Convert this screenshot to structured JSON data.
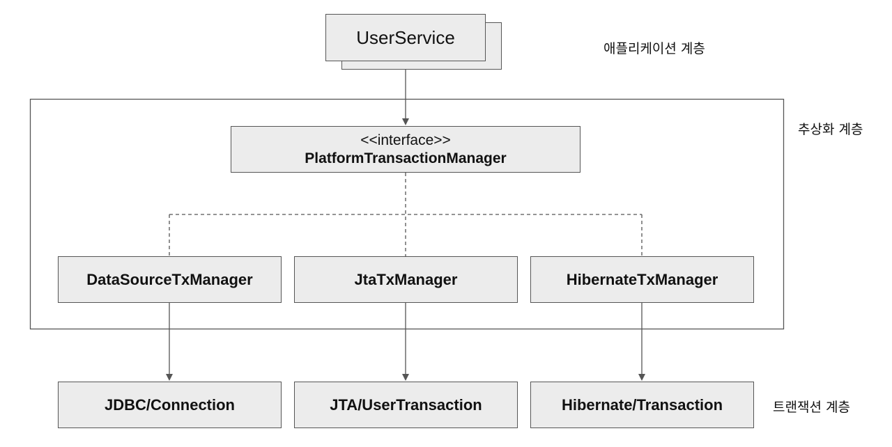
{
  "user_service": {
    "label": "UserService"
  },
  "interface": {
    "stereotype": "<<interface>>",
    "name": "PlatformTransactionManager"
  },
  "implementations": [
    {
      "label": "DataSourceTxManager"
    },
    {
      "label": "JtaTxManager"
    },
    {
      "label": "HibernateTxManager"
    }
  ],
  "transactions": [
    {
      "label": "JDBC/Connection"
    },
    {
      "label": "JTA/UserTransaction"
    },
    {
      "label": "Hibernate/Transaction"
    }
  ],
  "layers": {
    "application": "애플리케이션 계층",
    "abstraction": "추상화 계층",
    "transaction": "트랜잭션 계층"
  }
}
